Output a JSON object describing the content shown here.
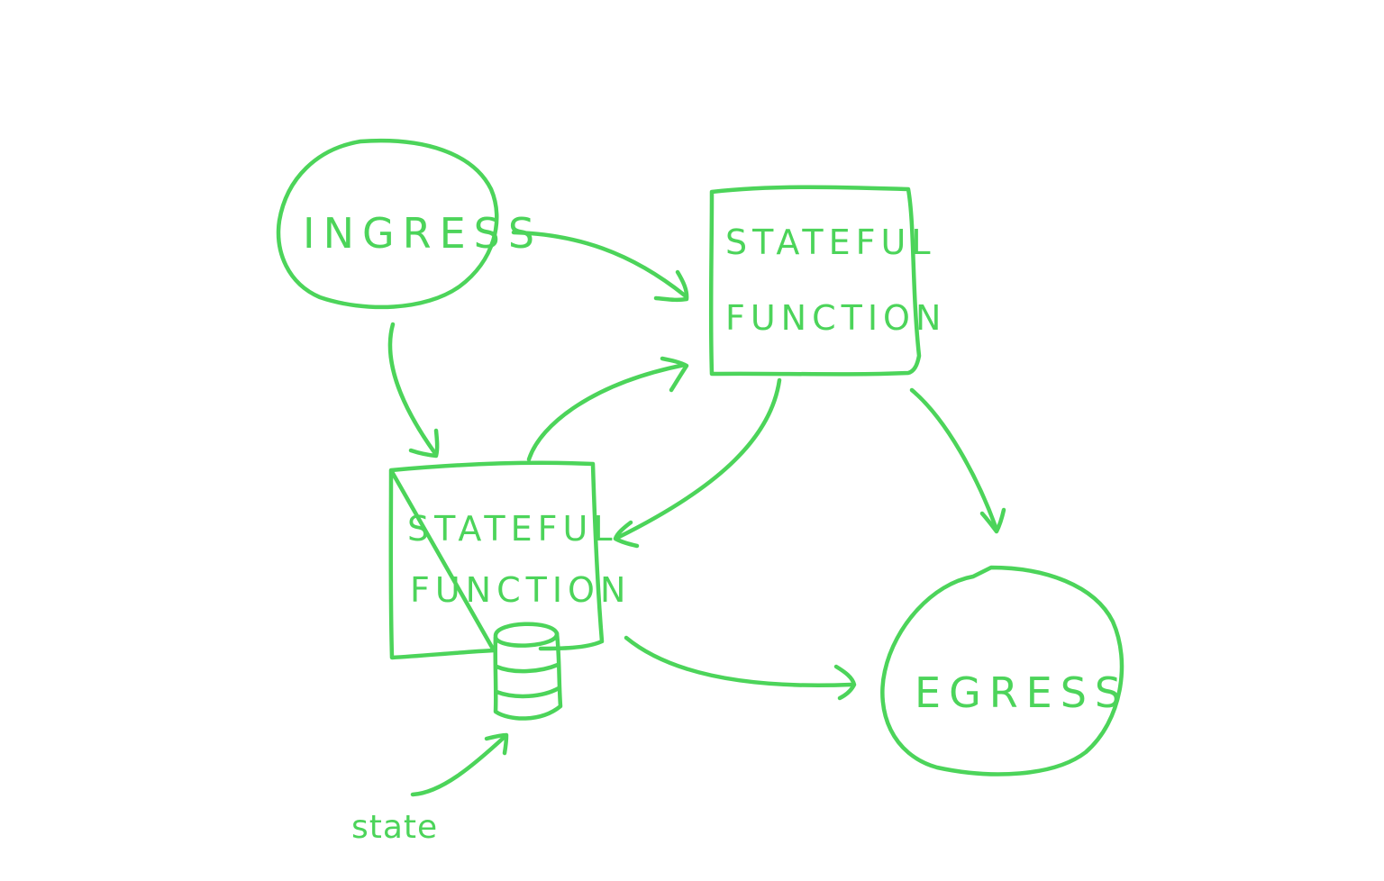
{
  "colors": {
    "background": "#ffffff",
    "ink": "#4cd45a"
  },
  "nodes": {
    "ingress": {
      "shape": "circle",
      "label": "INGRESS"
    },
    "function_top": {
      "shape": "box",
      "line1": "STATEFUL",
      "line2": "FUNCTION"
    },
    "function_bottom": {
      "shape": "box",
      "line1": "STATEFUL",
      "line2": "FUNCTION"
    },
    "state_store": {
      "shape": "database-cylinder"
    },
    "egress": {
      "shape": "circle",
      "label": "EGRESS"
    }
  },
  "annotations": {
    "state_label": "state"
  },
  "edges": [
    {
      "from": "INGRESS",
      "to": "STATEFUL FUNCTION (top)"
    },
    {
      "from": "INGRESS",
      "to": "STATEFUL FUNCTION (bottom)"
    },
    {
      "from": "STATEFUL FUNCTION (bottom)",
      "to": "STATEFUL FUNCTION (top)"
    },
    {
      "from": "STATEFUL FUNCTION (top)",
      "to": "STATEFUL FUNCTION (bottom)"
    },
    {
      "from": "STATEFUL FUNCTION (top)",
      "to": "EGRESS"
    },
    {
      "from": "STATEFUL FUNCTION (bottom)",
      "to": "EGRESS"
    },
    {
      "from": "state",
      "to": "state store"
    }
  ]
}
